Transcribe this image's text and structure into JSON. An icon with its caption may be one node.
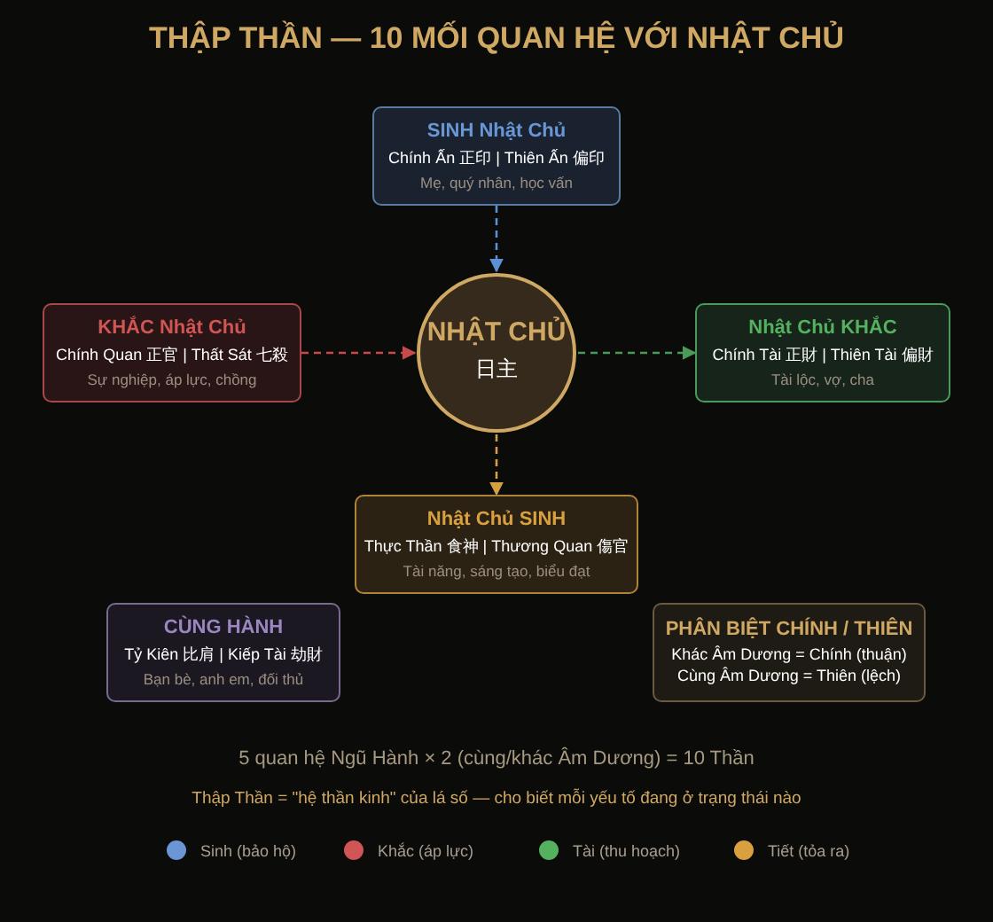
{
  "diagram": {
    "title": "THẬP THẦN — 10 MỐI QUAN HỆ VỚI NHẬT CHỦ",
    "nodes": [
      {
        "text": [
          "SINH Nhật Chủ",
          "Chính Ấn 正印 | Thiên Ấn 偏印",
          "Mẹ, quý nhân, học vấn"
        ]
      },
      {
        "text": [
          "KHẮC Nhật Chủ",
          "Chính Quan 正官 | Thất Sát 七殺",
          "Sự nghiệp, áp lực, chồng"
        ]
      },
      {
        "text": [
          "NHẬT CHỦ",
          "日主"
        ]
      },
      {
        "text": [
          "Nhật Chủ KHẮC",
          "Chính Tài 正財 | Thiên Tài 偏財",
          "Tài lộc, vợ, cha"
        ]
      },
      {
        "text": [
          "Nhật Chủ SINH",
          "Thực Thần 食神 | Thương Quan 傷官",
          "Tài năng, sáng tạo, biểu đạt"
        ]
      },
      {
        "text": [
          "CÙNG HÀNH",
          "Tỷ Kiên 比肩 | Kiếp Tài 劫財",
          "Bạn bè, anh em, đối thủ"
        ]
      },
      {
        "text": [
          "PHÂN BIỆT CHÍNH / THIÊN",
          "Khác Âm Dương = Chính (thuận)",
          "Cùng Âm Dương = Thiên (lệch)"
        ]
      }
    ],
    "edges": [
      {
        "from": 0,
        "to": 2,
        "arrow": "to",
        "style": "dashed",
        "color": "#5b8fd6"
      },
      {
        "from": 1,
        "to": 2,
        "arrow": "to",
        "style": "dashed",
        "color": "#c94a4a"
      },
      {
        "from": 2,
        "to": 3,
        "arrow": "to",
        "style": "dashed",
        "color": "#4a9a5a"
      },
      {
        "from": 2,
        "to": 4,
        "arrow": "to",
        "style": "dashed",
        "color": "#d4a040"
      }
    ],
    "labels": [
      "5 quan hệ Ngũ Hành × 2 (cùng/khác Âm Dương) = 10 Thần",
      "Thập Thần = \"hệ thần kinh\" của lá số — cho biết mỗi yếu tố đang ở trạng thái nào"
    ],
    "legend": [
      {
        "text": "Sinh (bảo hộ)",
        "color": "#6a96d6"
      },
      {
        "text": "Khắc (áp lực)",
        "color": "#d05555"
      },
      {
        "text": "Tài (thu hoạch)",
        "color": "#55b060"
      },
      {
        "text": "Tiết (tỏa ra)",
        "color": "#d9a040"
      }
    ]
  }
}
